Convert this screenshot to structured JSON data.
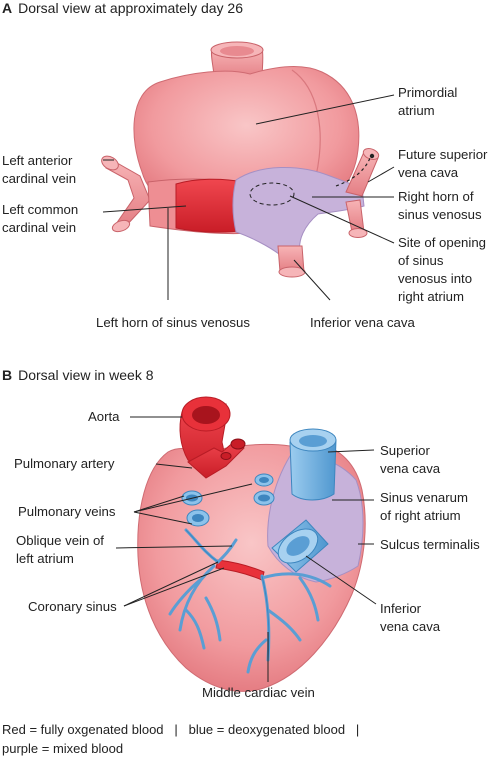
{
  "panel_a": {
    "letter": "A",
    "title": "Dorsal view at approximately day 26",
    "labels": {
      "primordial_atrium": [
        "Primordial",
        "atrium"
      ],
      "left_anterior_cardinal_vein": [
        "Left anterior",
        "cardinal vein"
      ],
      "left_common_cardinal_vein": [
        "Left common",
        "cardinal vein"
      ],
      "future_svc": [
        "Future superior",
        "vena cava"
      ],
      "right_horn": [
        "Right horn of",
        "sinus venosus"
      ],
      "site_of_opening": [
        "Site of opening",
        "of sinus",
        "venosus into",
        "right atrium"
      ],
      "left_horn": "Left horn of sinus venosus",
      "ivc": "Inferior vena cava"
    }
  },
  "panel_b": {
    "letter": "B",
    "title": "Dorsal view in week 8",
    "labels": {
      "aorta": "Aorta",
      "pulmonary_artery": "Pulmonary artery",
      "pulmonary_veins": "Pulmonary veins",
      "oblique_vein": [
        "Oblique vein of",
        "left atrium"
      ],
      "coronary_sinus": "Coronary sinus",
      "middle_cardiac_vein": "Middle cardiac vein",
      "svc": [
        "Superior",
        "vena cava"
      ],
      "sinus_venarum": [
        "Sinus venarum",
        "of right atrium"
      ],
      "sulcus_terminalis": "Sulcus terminalis",
      "ivc": [
        "Inferior",
        "vena cava"
      ]
    }
  },
  "legend": {
    "line1": "Red = fully oxgenated blood   |   blue = deoxygenated blood   |",
    "line2": "purple = mixed blood"
  },
  "colors": {
    "pink": "#f2a0a3",
    "pink_dark": "#e0757b",
    "red": "#e8313a",
    "red_dark": "#c8202a",
    "blue": "#6fb2e0",
    "blue_dark": "#3d86bf",
    "purple": "#c7b2da",
    "purple_dark": "#a68fc3",
    "line": "#222222"
  }
}
